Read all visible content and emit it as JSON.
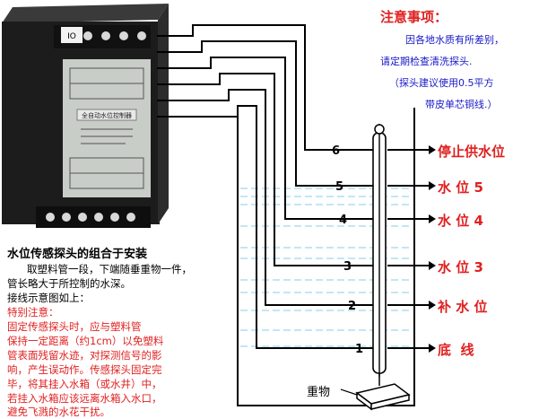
{
  "notice": {
    "title": "注意事项：",
    "lines": [
      "因各地水质有所差别，",
      "请定期检查清洗探头.",
      "（探头建议使用0.5平方",
      "带皮单芯铜线.）"
    ]
  },
  "controller": {
    "switch_label": "IO",
    "panel_text": "全自动水位控制器"
  },
  "install": {
    "heading": "水位传感探头的组合于安装",
    "lines": [
      "取塑料管一段，下端随垂重物一件，",
      "管长略大于所控制的水深。",
      "接线示意图如上："
    ],
    "special": {
      "title": "特别注意：",
      "lines": [
        "固定传感探头时，应与塑料管",
        "保持一定距离（约1cm）以免塑料",
        "管表面残留水迹，对探测信号的影",
        "响，产生误动作。传感探头固定完",
        "毕，将其挂入水箱（或水井）中，",
        "若挂入水箱应该远离水箱入水口，",
        "避免飞溅的水花干扰。"
      ]
    }
  },
  "probes": [
    {
      "number": "6",
      "label": "停止供水位"
    },
    {
      "number": "5",
      "label": "水 位 5"
    },
    {
      "number": "4",
      "label": "水 位 4"
    },
    {
      "number": "3",
      "label": "水 位 3"
    },
    {
      "number": "2",
      "label": "补 水 位"
    },
    {
      "number": "1",
      "label": "底  线"
    }
  ],
  "weight_label": "重物",
  "colors": {
    "label_red": "#e02020",
    "notice_blue": "#1818c8",
    "water_dash": "#9fd6ee",
    "controller_body": "#1c1c1c"
  }
}
